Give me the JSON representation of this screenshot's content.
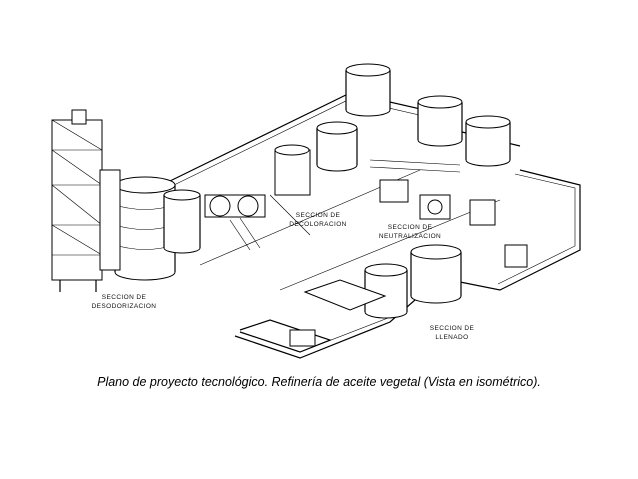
{
  "labels": {
    "deodorization": [
      "SECCION DE",
      "DESODORIZACION"
    ],
    "decoloration": [
      "SECCION DE",
      "DECOLORACION"
    ],
    "neutralization": [
      "SECCION DE",
      "NEUTRALIZACION"
    ],
    "filling": [
      "SECCION DE",
      "LLENADO"
    ]
  },
  "caption": "Plano de proyecto tecnológico. Refinería de aceite vegetal (Vista en  isométrico)."
}
